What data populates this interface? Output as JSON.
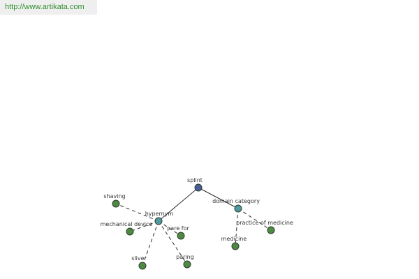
{
  "header": {
    "url_text": "http://www.artikata.com"
  },
  "graph": {
    "nodes": {
      "splint": {
        "label": "splint",
        "kind": "root"
      },
      "hypernym": {
        "label": "hypernym",
        "kind": "relation"
      },
      "domain_category": {
        "label": "domain category",
        "kind": "relation"
      },
      "shaving": {
        "label": "shaving",
        "kind": "term"
      },
      "mechanical_device": {
        "label": "mechanical device",
        "kind": "term"
      },
      "pare_for": {
        "label": "pare for",
        "kind": "term"
      },
      "sliver": {
        "label": "sliver",
        "kind": "term"
      },
      "paring": {
        "label": "paring",
        "kind": "term"
      },
      "practice_of_medicine": {
        "label": "practice of medicine",
        "kind": "term"
      },
      "medicine": {
        "label": "medicine",
        "kind": "term"
      }
    },
    "colors": {
      "root": "#4a5c9a",
      "relation": "#4f9aa0",
      "term": "#4f8a43"
    }
  }
}
